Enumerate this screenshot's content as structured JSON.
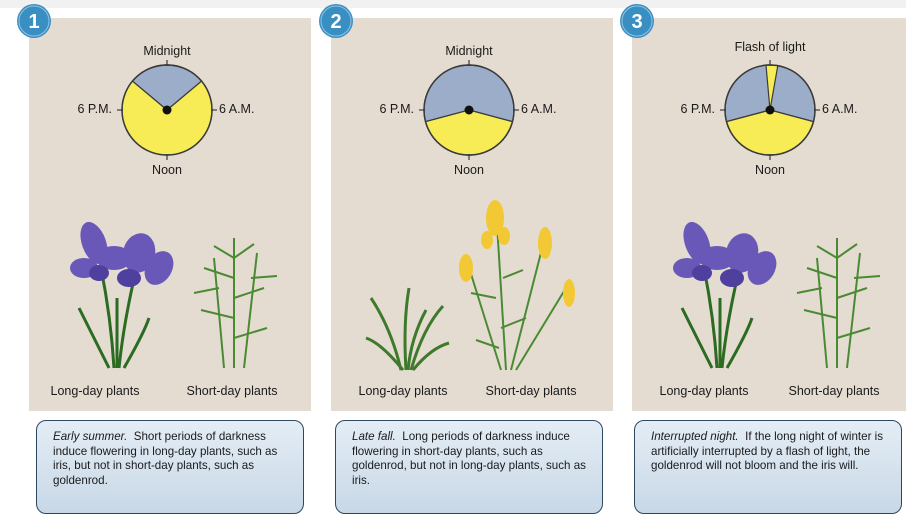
{
  "panels": [
    {
      "number": "1",
      "top_label": "Midnight",
      "left_label": "6 P.M.",
      "right_label": "6 A.M.",
      "bottom_label": "Noon",
      "left_plant": "Long-day plants",
      "right_plant": "Short-day plants",
      "caption_lead": "Early summer.",
      "caption_text": "Short periods of darkness induce flowering in long-day plants, such as iris, but not in short-day plants, such as goldenrod.",
      "left_plant_state": "flowering iris",
      "right_plant_state": "not flowering"
    },
    {
      "number": "2",
      "top_label": "Midnight",
      "left_label": "6 P.M.",
      "right_label": "6 A.M.",
      "bottom_label": "Noon",
      "left_plant": "Long-day plants",
      "right_plant": "Short-day plants",
      "caption_lead": "Late fall.",
      "caption_text": "Long periods of darkness induce flowering in short-day plants, such as goldenrod, but not in long-day plants, such as iris.",
      "left_plant_state": "not flowering",
      "right_plant_state": "flowering goldenrod"
    },
    {
      "number": "3",
      "top_label": "Flash of light",
      "left_label": "6 P.M.",
      "right_label": "6 A.M.",
      "bottom_label": "Noon",
      "left_plant": "Long-day plants",
      "right_plant": "Short-day plants",
      "caption_lead": "Interrupted night.",
      "caption_text": "If the long night of winter is artificially interrupted by a flash of light, the goldenrod will not bloom and the iris will.",
      "left_plant_state": "flowering iris",
      "right_plant_state": "not flowering"
    }
  ],
  "colors": {
    "night": "#9badc9",
    "day": "#f7ec56",
    "panel": "#e5dcd1",
    "badge": "#3a8fc2",
    "caption_border": "#2f4860"
  }
}
